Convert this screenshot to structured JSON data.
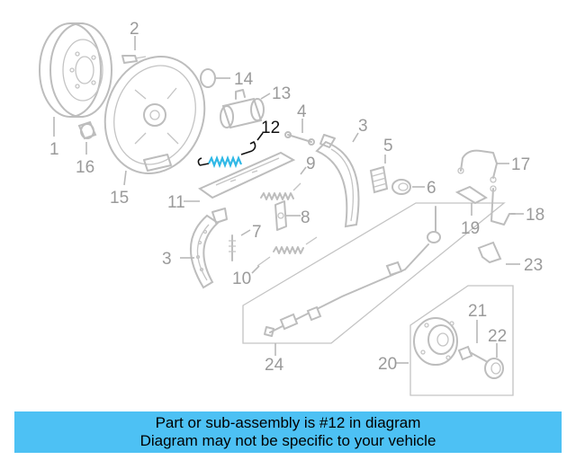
{
  "diagram": {
    "labels": {
      "p1": "1",
      "p2": "2",
      "p3a": "3",
      "p3b": "3",
      "p4": "4",
      "p5": "5",
      "p6": "6",
      "p7": "7",
      "p8": "8",
      "p9": "9",
      "p10": "10",
      "p11": "11",
      "p12": "12",
      "p13": "13",
      "p14": "14",
      "p15": "15",
      "p16": "16",
      "p17": "17",
      "p18": "18",
      "p19": "19",
      "p20": "20",
      "p21": "21",
      "p22": "22",
      "p23": "23",
      "p24": "24"
    },
    "highlighted_part": "12",
    "highlight_color": "#2fb8e6",
    "line_color": "#bdbdbd"
  },
  "banner": {
    "line1": "Part or sub-assembly is #12 in diagram",
    "line2": "Diagram may not be specific to your vehicle",
    "background": "#4dc1f4"
  }
}
